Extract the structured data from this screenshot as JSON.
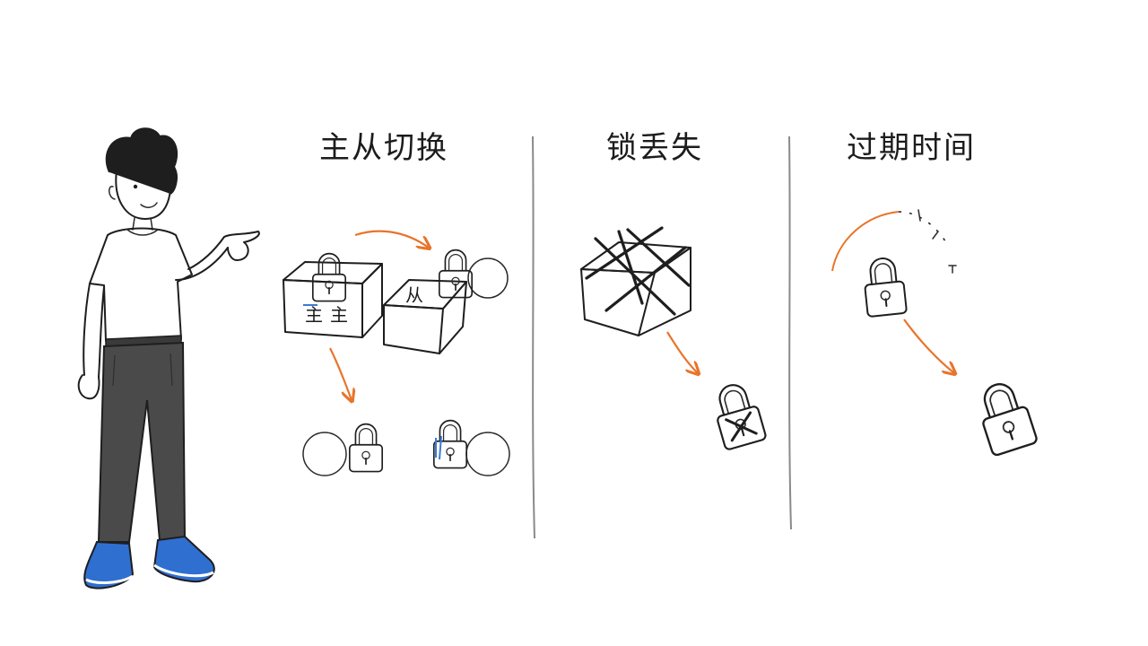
{
  "panels": [
    {
      "title": "主从切换",
      "labels": {
        "master": "主",
        "slave": "从"
      }
    },
    {
      "title": "锁丢失"
    },
    {
      "title": "过期时间"
    }
  ],
  "colors": {
    "ink": "#1e1e1e",
    "arrow": "#e8742a",
    "shoe": "#2f6fd0",
    "pants": "#4a4a4a",
    "divider": "#8a8a8a",
    "accent_blue": "#3a7bd5"
  }
}
